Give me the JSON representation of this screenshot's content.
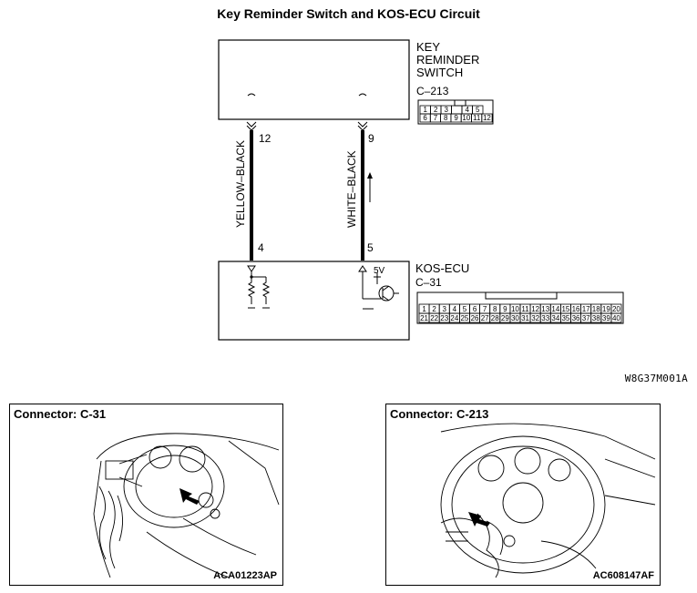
{
  "page_title": "Key Reminder Switch and KOS-ECU Circuit",
  "key_switch": {
    "label_lines": [
      "KEY",
      "REMINDER",
      "SWITCH"
    ],
    "connector": "C–213",
    "pins_top": [
      "1",
      "2",
      "3",
      "",
      "4",
      "5"
    ],
    "pins_bottom": [
      "6",
      "7",
      "8",
      "9",
      "10",
      "11",
      "12"
    ]
  },
  "kos_ecu": {
    "label": "KOS-ECU",
    "connector": "C–31",
    "voltage": "5V",
    "pins_top": [
      "1",
      "2",
      "3",
      "4",
      "5",
      "6",
      "7",
      "8",
      "9",
      "10",
      "11",
      "12",
      "13",
      "14",
      "15",
      "16",
      "17",
      "18",
      "19",
      "20"
    ],
    "pins_bottom": [
      "21",
      "22",
      "23",
      "24",
      "25",
      "26",
      "27",
      "28",
      "29",
      "30",
      "31",
      "32",
      "33",
      "34",
      "35",
      "36",
      "37",
      "38",
      "39",
      "40"
    ]
  },
  "wires": [
    {
      "color": "YELLOW–BLACK",
      "switch_pin": "12",
      "ecu_pin": "4"
    },
    {
      "color": "WHITE–BLACK",
      "switch_pin": "9",
      "ecu_pin": "5"
    }
  ],
  "diagram_id": "W8G37M001A",
  "panels": [
    {
      "title": "Connector: C-31",
      "code": "ACA01223AP"
    },
    {
      "title": "Connector: C-213",
      "code": "AC608147AF"
    }
  ]
}
